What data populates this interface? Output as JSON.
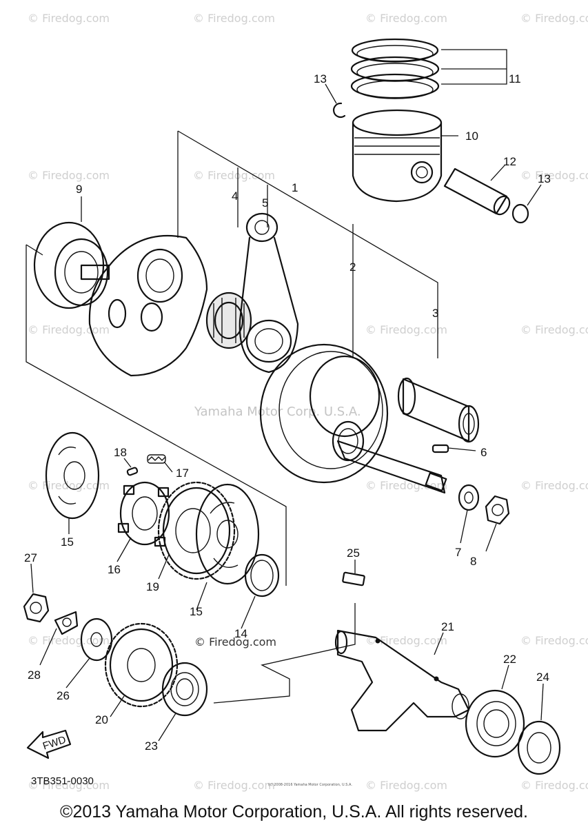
{
  "diagram": {
    "center_watermark": "Yamaha Motor Corp. U.S.A.",
    "watermark_text": "© Firedog.com",
    "inline_watermark": "© Firedog.com",
    "part_code": "3TB351-0030",
    "direction_label": "FWD",
    "callouts": [
      "1",
      "2",
      "3",
      "4",
      "5",
      "6",
      "7",
      "8",
      "9",
      "10",
      "11",
      "12",
      "13",
      "13",
      "15",
      "15",
      "16",
      "17",
      "18",
      "19",
      "20",
      "21",
      "22",
      "23",
      "24",
      "25",
      "26",
      "27",
      "28",
      "14"
    ],
    "tiny_notice": "(c) 2008-2016 Yamaha Motor Corporation, U.S.A."
  },
  "footer": {
    "copyright": "©2013 Yamaha Motor Corporation, U.S.A. All rights reserved."
  },
  "colors": {
    "background": "#ffffff",
    "line": "#111111",
    "watermark": "#cfcfcf"
  }
}
